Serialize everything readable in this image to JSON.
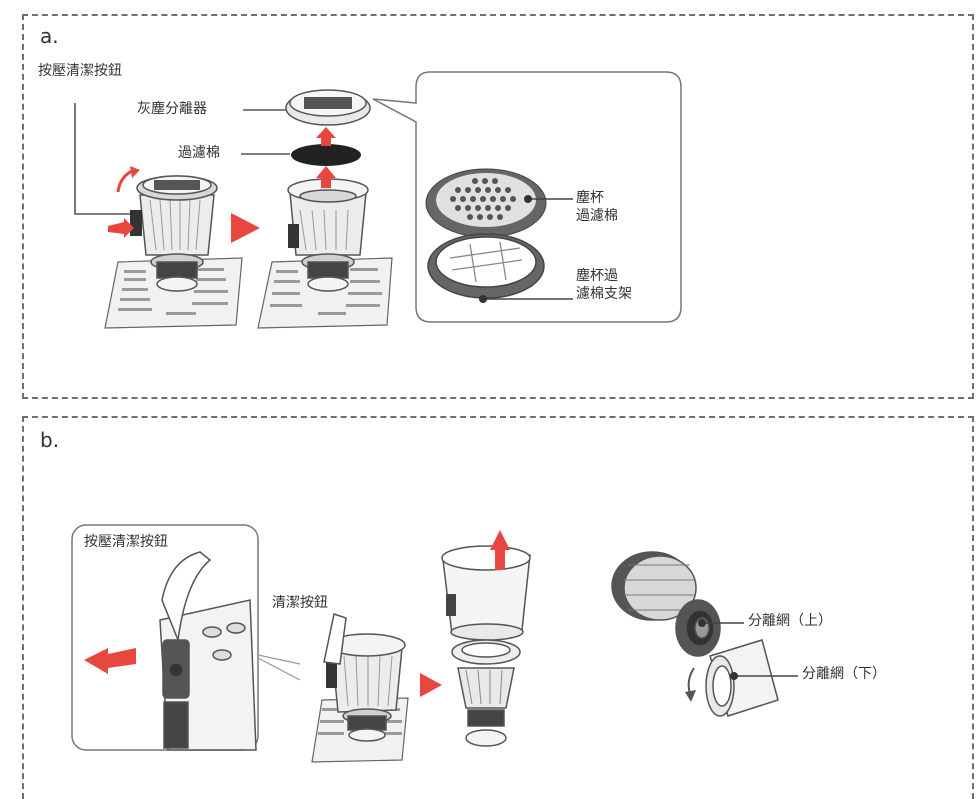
{
  "section_a": {
    "letter": "a.",
    "press_button_label": "按壓清潔按鈕",
    "separator_label": "灰塵分離器",
    "filter_label": "過濾棉",
    "callout": {
      "dust_cup_filter_line1": "塵杯",
      "dust_cup_filter_line2": "過濾棉",
      "holder_line1": "塵杯過",
      "holder_line2": "濾棉支架"
    }
  },
  "section_b": {
    "letter": "b.",
    "inset_label": "按壓清潔按鈕",
    "clean_button_label": "清潔按鈕",
    "mesh_upper_label": "分離網（上）",
    "mesh_lower_label": "分離網（下）"
  },
  "colors": {
    "accent_red": "#e8473f",
    "outline": "#555555",
    "dark_fill": "#2a2a2a",
    "light_fill": "#e9e9e9"
  }
}
